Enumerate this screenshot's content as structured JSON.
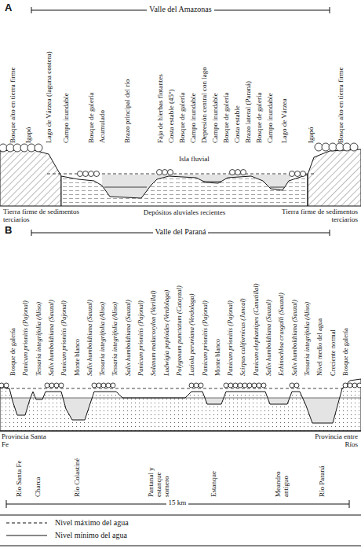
{
  "diagram": {
    "labels": [
      "A",
      "Valle del Amazonas",
      "Bosque alto en tierra firme",
      "Igapó",
      "Lago de Várzea (laguna costera)",
      "Campo inundable",
      "Bosque de galería",
      "Acumulado",
      "Brazo principal del río",
      "Faja de hierbas flotantes",
      "Costa estable (45°)",
      "Bosque de galería",
      "Campo inundable",
      "Depresión central con lago",
      "Campo inundable",
      "Bosque de galería",
      "Costa estable",
      "Brazo lateral (Paraná)",
      "Bosque de galería",
      "Campo inundable",
      "Lago de Várzea",
      "Igapó",
      "Bosque alto en tierra firme",
      "Isla fluvial",
      "Tierra firme de sedimentos terciarios",
      "Depósitos aluviales recientes",
      "Tierra firme de sedimentos terciarios",
      "B",
      "Valle del Paraná",
      "Bosque de galería",
      "Panicum prionitis (Pajonal)",
      "Tessaria integrifolia (Aliso)",
      "Salix humboldtiana (Sauzal)",
      "Panicum prionitis (Pajonal)",
      "Monte blanco",
      "Salix humboldtiana (Sauzal)",
      "Tessaria integrifolia (Aliso)",
      "Tessaria integrifolia (Aliso)",
      "Salix humboldtiana (Sauzal)",
      "Panicum prionitis (Pajonal)",
      "Solanum malacoxylon (Varillal)",
      "Ludwigia peploides (Verdolaga)",
      "Polygonum punctatum (Catayzal)",
      "Luziola peruviana (Verdolaga)",
      "Panicum prionitis (Pajonal)",
      "Monte blanco",
      "Panicum prionitis (Pajonal)",
      "Scirpus californicus (Juncal)",
      "Panicum elephantipes (Canutillal)",
      "Salix humboldtiana (Sauzal)",
      "Echinochloa crusgalli (Sauzal)",
      "Salix humboldtiana (Sauzal)",
      "Tessaria integrifolia (Aliso)",
      "Nivel medio del agua",
      "Creciente normal",
      "Bosque de galería",
      "Provincia Santa Fe",
      "Río Santa Fe",
      "Charca",
      "Río Colastiné",
      "Pantanal y estanque somero",
      "Estanque",
      "Meandro antiguo",
      "Río Paraná",
      "Provincia entre Ríos",
      "15 km"
    ],
    "legend": [
      {
        "text": "Nivel máximo del agua"
      },
      {
        "text": "Nivel mínimo del agua"
      }
    ]
  }
}
